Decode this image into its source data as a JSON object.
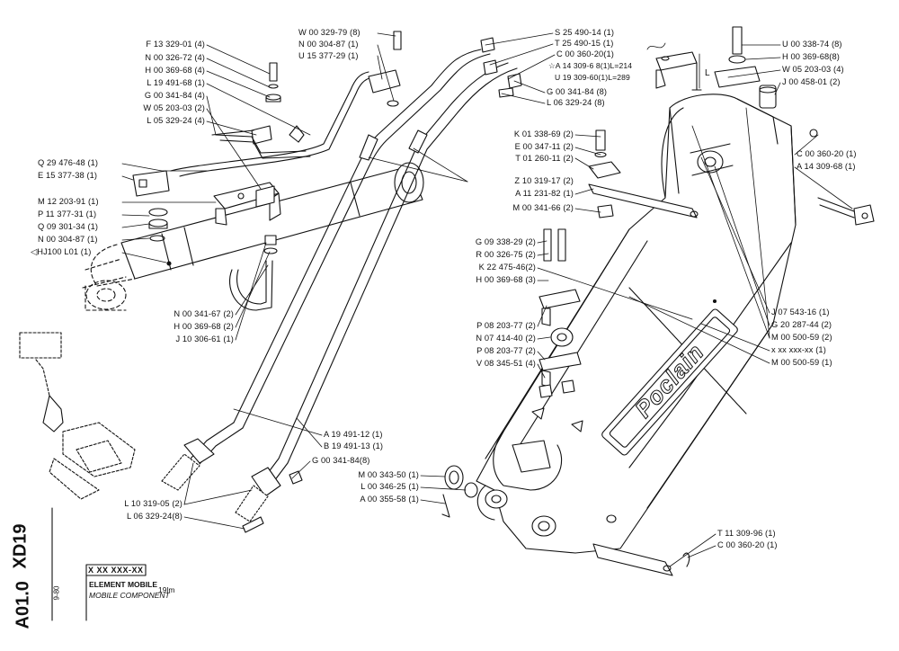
{
  "labels_left": [
    {
      "id": "F13329014",
      "text": "F 13 329-01 (4)"
    },
    {
      "id": "N00326724",
      "text": "N 00 326-72 (4)"
    },
    {
      "id": "H00369684",
      "text": "H 00 369-68 (4)"
    },
    {
      "id": "L19491681",
      "text": "L 19 491-68 (1)"
    },
    {
      "id": "G00341844",
      "text": "G 00 341-84 (4)"
    },
    {
      "id": "W05203032",
      "text": "W 05 203-03 (2)"
    },
    {
      "id": "L05329244",
      "text": "L 05 329-24 (4)"
    },
    {
      "id": "Q29476481",
      "text": "Q 29 476-48 (1)"
    },
    {
      "id": "E15377381",
      "text": "E 15 377-38 (1)"
    },
    {
      "id": "M12203911",
      "text": "M 12 203-91 (1)"
    },
    {
      "id": "P11377311",
      "text": "P 11 377-31 (1)"
    },
    {
      "id": "Q09301341",
      "text": "Q 09 301-34 (1)"
    },
    {
      "id": "N00304871a",
      "text": "N 00 304-87 (1)"
    },
    {
      "id": "HJ100",
      "text": "◁HJ100 L01 (1)"
    },
    {
      "id": "N00341672",
      "text": "N 00 341-67 (2)"
    },
    {
      "id": "H00369682",
      "text": "H 00 369-68 (2)"
    },
    {
      "id": "J10306611",
      "text": "J 10 306-61 (1)"
    }
  ],
  "labels_top": [
    {
      "id": "W00329798",
      "text": "W 00 329-79 (8)"
    },
    {
      "id": "N00304871b",
      "text": "N 00 304-87 (1)"
    },
    {
      "id": "U15377291",
      "text": "U 15 377-29 (1)"
    },
    {
      "id": "S25490141",
      "text": "S 25 490-14 (1)"
    },
    {
      "id": "T25490151",
      "text": "T 25 490-15 (1)"
    },
    {
      "id": "C00360201a",
      "text": "C 00 360-20(1)"
    },
    {
      "id": "A14309681a",
      "text": "☆A 14 309-6 8(1)L=214"
    },
    {
      "id": "U19309601",
      "text": "U 19 309-60(1)L=289"
    },
    {
      "id": "G00341848a",
      "text": "G 00 341-84 (8)"
    },
    {
      "id": "L06329248a",
      "text": "L 06 329-24 (8)"
    }
  ],
  "labels_center": [
    {
      "id": "K01338692",
      "text": "K 01 338-69 (2)"
    },
    {
      "id": "E00347112",
      "text": "E 00 347-11 (2)"
    },
    {
      "id": "T01260112",
      "text": "T 01 260-11 (2)"
    },
    {
      "id": "Z10319172",
      "text": "Z 10 319-17 (2)"
    },
    {
      "id": "A11231821",
      "text": "A 11 231-82 (1)"
    },
    {
      "id": "M00341662",
      "text": "M 00 341-66 (2)"
    },
    {
      "id": "G09338292",
      "text": "G 09 338-29 (2)"
    },
    {
      "id": "R00326752",
      "text": "R 00 326-75 (2)"
    },
    {
      "id": "K22475462",
      "text": "K 22 475-46(2)"
    },
    {
      "id": "H00369683",
      "text": "H 00 369-68 (3)"
    },
    {
      "id": "P08203772a",
      "text": "P 08 203-77 (2)"
    },
    {
      "id": "N07414402",
      "text": "N 07 414-40 (2)"
    },
    {
      "id": "P08203772b",
      "text": "P 08 203-77 (2)"
    },
    {
      "id": "V08345514",
      "text": "V 08 345-51 (4)"
    },
    {
      "id": "A19491121",
      "text": "A 19 491-12 (1)"
    },
    {
      "id": "B19491131",
      "text": "B 19 491-13 (1)"
    },
    {
      "id": "G00341848b",
      "text": "G 00 341-84(8)"
    },
    {
      "id": "M00343505",
      "text": "M 00 343-50 (1)"
    },
    {
      "id": "L00346251",
      "text": "L 00 346-25 (1)"
    },
    {
      "id": "A00355581",
      "text": "A 00 355-58 (1)"
    },
    {
      "id": "L10319052",
      "text": "L 10 319-05 (2)"
    },
    {
      "id": "L06329248b",
      "text": "L 06 329-24(8)"
    }
  ],
  "labels_right": [
    {
      "id": "U00338748",
      "text": "U 00 338-74 (8)"
    },
    {
      "id": "H00369688",
      "text": "H 00 369-68(8)"
    },
    {
      "id": "W05203034",
      "text": "W 05 203-03 (4)"
    },
    {
      "id": "J00458012",
      "text": "J 00 458-01 (2)"
    },
    {
      "id": "C00360201b",
      "text": "C 00 360-20 (1)"
    },
    {
      "id": "A14309681b",
      "text": "A 14 309-68 (1)"
    },
    {
      "id": "J07543161",
      "text": "J 07 543-16 (1)"
    },
    {
      "id": "G20287442",
      "text": "G 20 287-44 (2)"
    },
    {
      "id": "M00500592",
      "text": "M 00 500-59 (2)"
    },
    {
      "id": "XXX",
      "text": "x xx xxx-xx (1)"
    },
    {
      "id": "M00500591",
      "text": "M 00 500-59 (1)"
    },
    {
      "id": "T11309961",
      "text": "T 11 309-96 (1)"
    },
    {
      "id": "C00360201c",
      "text": "C 00 360-20 (1)"
    }
  ],
  "dimension_letter": "L",
  "boom_brand": "Poclain",
  "side_code_1": "XD19",
  "side_code_2": "A01.0",
  "side_date": "9-80",
  "title_block": {
    "serial": "X XX XXX-XX",
    "title_fr": "ELEMENT MOBILE",
    "title_en": "MOBILE COMPONENT",
    "suffix": "19lm"
  },
  "colors": {
    "ink": "#111111",
    "paper": "#ffffff"
  }
}
